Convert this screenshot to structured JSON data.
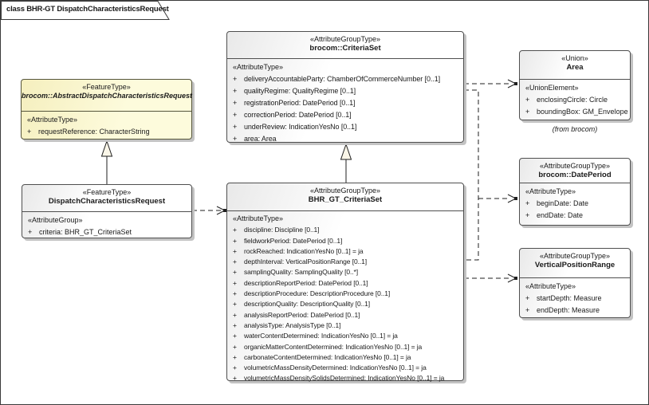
{
  "diagram": {
    "frame_label": "class BHR-GT DispatchCharacteristicsRequest",
    "colors": {
      "feature_type_fill": "#f5efbe",
      "class_fill": "#ffffff",
      "border": "#4f4f4f",
      "shadow": "#c3c3c3",
      "connector": "#1f1f1f",
      "generalization_arrow_fill": "#faf6e8"
    }
  },
  "ui": {
    "plus": "+"
  },
  "boxes": {
    "abstract": {
      "stereotype": "«FeatureType»",
      "name": "brocom::AbstractDispatchCharacteristicsRequest",
      "compartment": "«AttributeType»",
      "attributes": [
        "requestReference: CharacterString"
      ]
    },
    "dispatch": {
      "stereotype": "«FeatureType»",
      "name": "DispatchCharacteristicsRequest",
      "compartment": "«AttributeGroup»",
      "attributes": [
        "criteria: BHR_GT_CriteriaSet"
      ]
    },
    "criteriaset": {
      "stereotype": "«AttributeGroupType»",
      "name": "brocom::CriteriaSet",
      "compartment": "«AttributeType»",
      "attributes": [
        "deliveryAccountableParty: ChamberOfCommerceNumber [0..1]",
        "qualityRegime: QualityRegime [0..1]",
        "registrationPeriod: DatePeriod [0..1]",
        "correctionPeriod: DatePeriod [0..1]",
        "underReview: IndicationYesNo [0..1]",
        "area: Area"
      ]
    },
    "bhrgt": {
      "stereotype": "«AttributeGroupType»",
      "name": "BHR_GT_CriteriaSet",
      "compartment": "«AttributeType»",
      "attributes": [
        "discipline: Discipline [0..1]",
        "fieldworkPeriod: DatePeriod [0..1]",
        "rockReached: IndicationYesNo [0..1] = ja",
        "depthInterval: VerticalPositionRange [0..1]",
        "samplingQuality: SamplingQuality [0..*]",
        "descriptionReportPeriod: DatePeriod [0..1]",
        "descriptionProcedure: DescriptionProcedure [0..1]",
        "descriptionQuality: DescriptionQuality [0..1]",
        "analysisReportPeriod: DatePeriod [0..1]",
        "analysisType: AnalysisType [0..1]",
        "waterContentDetermined: IndicationYesNo [0..1] = ja",
        "organicMatterContentDetermined: IndicationYesNo [0..1] = ja",
        "carbonateContentDetermined: IndicationYesNo [0..1] = ja",
        "volumetricMassDensityDetermined: IndicationYesNo [0..1] = ja",
        "volumetricMassDensitySolidsDetermined: IndicationYesNo [0..1] = ja"
      ]
    },
    "area": {
      "stereotype": "«Union»",
      "name": "Area",
      "compartment": "«UnionElement»",
      "attributes": [
        "enclosingCircle: Circle",
        "boundingBox: GM_Envelope"
      ],
      "caption": "(from brocom)"
    },
    "dateperiod": {
      "stereotype": "«AttributeGroupType»",
      "name": "brocom::DatePeriod",
      "compartment": "«AttributeType»",
      "attributes": [
        "beginDate: Date",
        "endDate: Date"
      ]
    },
    "vpr": {
      "stereotype": "«AttributeGroupType»",
      "name": "VerticalPositionRange",
      "compartment": "«AttributeType»",
      "attributes": [
        "startDepth: Measure",
        "endDepth: Measure"
      ]
    }
  },
  "relations": [
    {
      "type": "generalization",
      "from": "DispatchCharacteristicsRequest",
      "to": "brocom::AbstractDispatchCharacteristicsRequest"
    },
    {
      "type": "generalization",
      "from": "BHR_GT_CriteriaSet",
      "to": "brocom::CriteriaSet"
    },
    {
      "type": "dependency",
      "from": "DispatchCharacteristicsRequest",
      "to": "BHR_GT_CriteriaSet"
    },
    {
      "type": "dependency",
      "from": "brocom::CriteriaSet",
      "to": "Area"
    },
    {
      "type": "dependency",
      "from": "brocom::CriteriaSet",
      "to": "brocom::DatePeriod"
    },
    {
      "type": "dependency",
      "from": "BHR_GT_CriteriaSet",
      "to": "brocom::DatePeriod"
    },
    {
      "type": "dependency",
      "from": "BHR_GT_CriteriaSet",
      "to": "VerticalPositionRange"
    }
  ]
}
